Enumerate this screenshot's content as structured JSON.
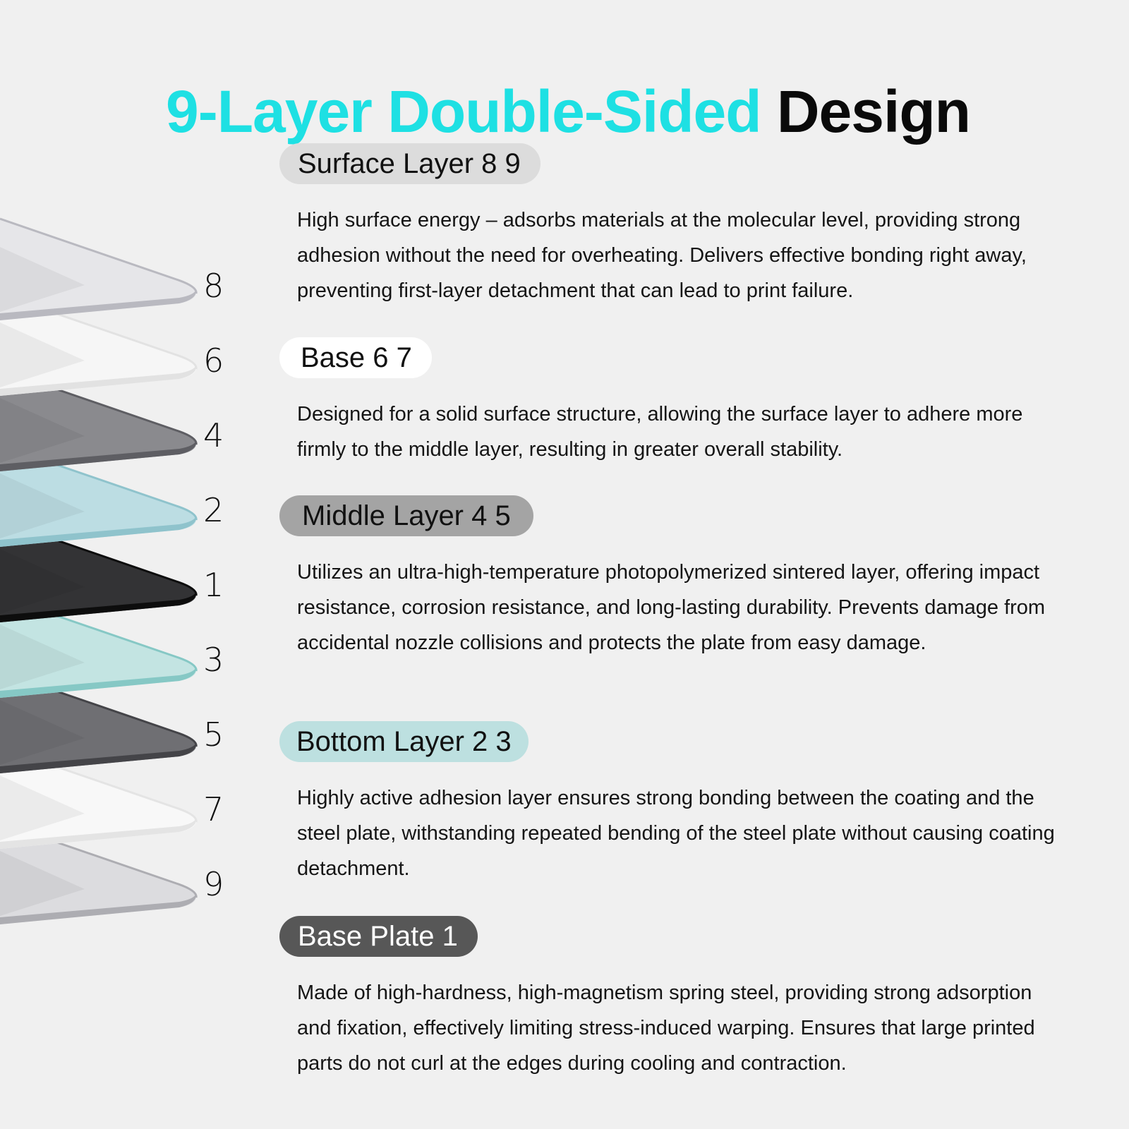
{
  "title": {
    "accent_text": "9-Layer Double-Sided",
    "dark_text": "Design",
    "accent_color": "#1ee0e3"
  },
  "plates": [
    {
      "number": "8",
      "color": "#e6e6e9",
      "edge": "#b9b9c0"
    },
    {
      "number": "6",
      "color": "#f6f6f6",
      "edge": "#e2e2e2"
    },
    {
      "number": "4",
      "color": "#8a8a8e",
      "edge": "#5e5e63"
    },
    {
      "number": "2",
      "color": "#bcdde3",
      "edge": "#8fc3cc"
    },
    {
      "number": "1",
      "color": "#333335",
      "edge": "#0d0d0d"
    },
    {
      "number": "3",
      "color": "#c3e4e2",
      "edge": "#86c8c5"
    },
    {
      "number": "5",
      "color": "#6f6f73",
      "edge": "#444448"
    },
    {
      "number": "7",
      "color": "#f8f8f8",
      "edge": "#e4e4e4"
    },
    {
      "number": "9",
      "color": "#dcdcdf",
      "edge": "#adadb2"
    }
  ],
  "sections": [
    {
      "label": "Surface Layer 8 9",
      "description": "High surface energy – adsorbs materials at the molecular level, providing strong adhesion without the need for overheating. Delivers effective bonding right away, preventing first-layer detachment that can lead to print failure."
    },
    {
      "label": "Base 6 7",
      "description": "Designed for a solid surface structure, allowing the surface layer to adhere more firmly to the middle layer, resulting in greater overall stability."
    },
    {
      "label": "Middle Layer 4 5",
      "description": "Utilizes an ultra-high-temperature photopolymerized sintered layer, offering impact resistance, corrosion resistance, and long-lasting durability. Prevents damage from accidental nozzle collisions and protects the plate from easy damage."
    },
    {
      "label": "Bottom Layer 2 3",
      "description": "Highly active adhesion layer ensures strong bonding between the coating and the steel plate, withstanding repeated bending of the steel plate without causing coating detachment."
    },
    {
      "label": "Base Plate 1",
      "description": "Made of high-hardness, high-magnetism spring steel, providing strong adsorption and fixation, effectively limiting stress-induced warping. Ensures that large printed parts do not curl at the edges during cooling and contraction."
    }
  ]
}
